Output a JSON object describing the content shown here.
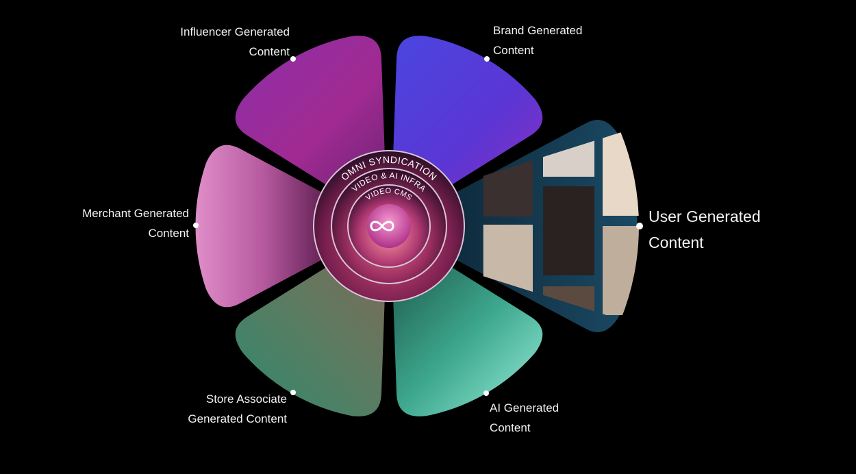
{
  "center": {
    "ring_outer": "OMNI SYNDICATION",
    "ring_middle": "VIDEO & AI INFRA",
    "ring_inner": "VIDEO CMS",
    "logo_icon": "infinity-icon"
  },
  "segments": [
    {
      "id": "brand",
      "line1": "Brand Generated",
      "line2": "Content",
      "color_a": "#4a3fd8",
      "color_b": "#7a2fc4"
    },
    {
      "id": "ugc",
      "line1": "User Generated",
      "line2": "Content",
      "color_a": "#12344a",
      "color_b": "#1e4e66"
    },
    {
      "id": "ai",
      "line1": "AI Generated",
      "line2": "Content",
      "color_a": "#1b5e4e",
      "color_b": "#86e6d2"
    },
    {
      "id": "store",
      "line1": "Store Associate",
      "line2": "Generated Content",
      "color_a": "#2f7a62",
      "color_b": "#6f7a5a"
    },
    {
      "id": "merchant",
      "line1": "Merchant Generated",
      "line2": "Content",
      "color_a": "#d988c4",
      "color_b": "#6a1f5a"
    },
    {
      "id": "influencer",
      "line1": "Influencer Generated",
      "line2": "Content",
      "color_a": "#7a2a9a",
      "color_b": "#a82a8a"
    }
  ]
}
